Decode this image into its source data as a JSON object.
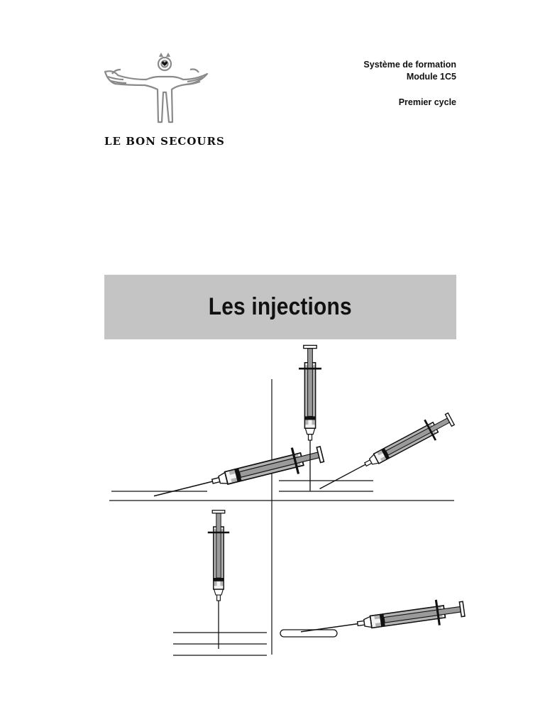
{
  "header": {
    "line1": "Système de formation",
    "line2": "Module 1C5",
    "line3": "Premier cycle"
  },
  "brand": {
    "name": "LE BON SECOURS"
  },
  "document": {
    "title": "Les injections"
  },
  "illustration": {
    "panels": [
      {
        "position": "top-left",
        "subject": "syringe-icon"
      },
      {
        "position": "top-right",
        "subject": "syringe-icon"
      },
      {
        "position": "bottom-left",
        "subject": "syringe-icon"
      },
      {
        "position": "bottom-right",
        "subject": "syringe-icon"
      }
    ]
  }
}
